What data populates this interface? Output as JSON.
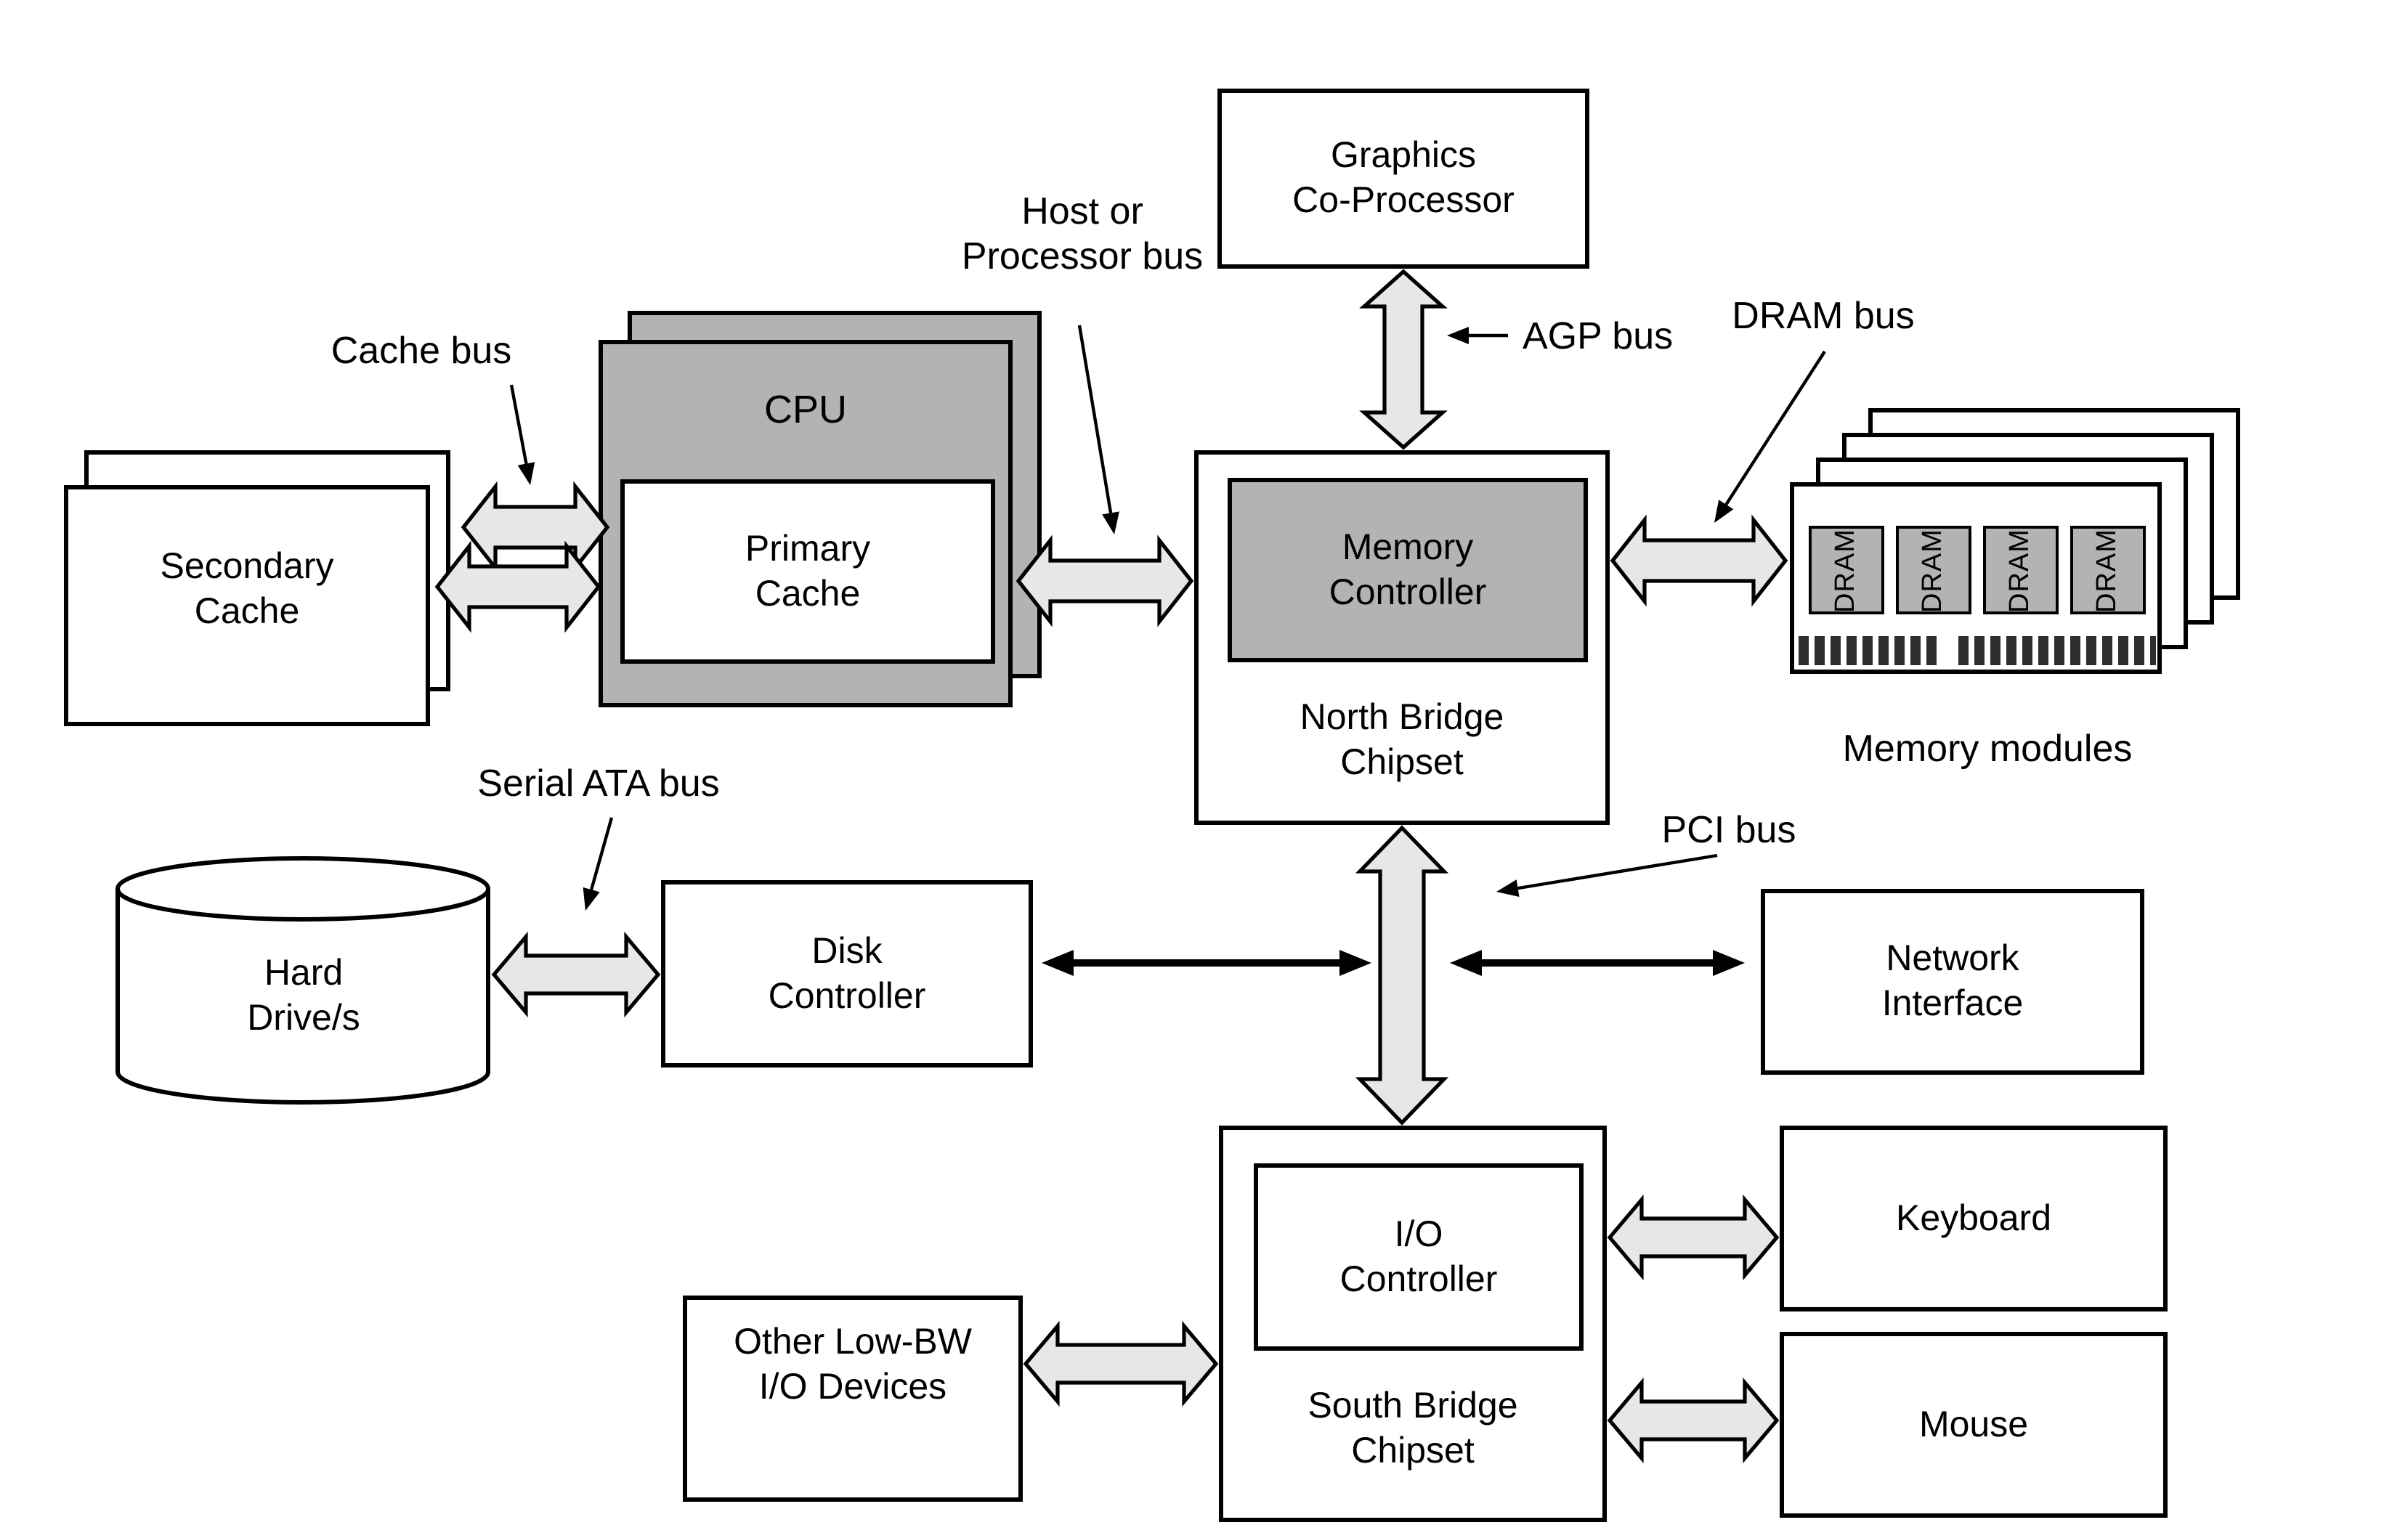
{
  "nodes": {
    "graphics_coprocessor": {
      "line1": "Graphics",
      "line2": "Co-Processor"
    },
    "cpu": {
      "label": "CPU"
    },
    "primary_cache": {
      "line1": "Primary",
      "line2": "Cache"
    },
    "secondary_cache": {
      "line1": "Secondary",
      "line2": "Cache"
    },
    "north_bridge": {
      "controller_line1": "Memory",
      "controller_line2": "Controller",
      "line1": "North Bridge",
      "line2": "Chipset"
    },
    "memory_modules": {
      "chip_label": "DRAM",
      "caption": "Memory modules"
    },
    "hard_drive": {
      "line1": "Hard",
      "line2": "Drive/s"
    },
    "disk_controller": {
      "line1": "Disk",
      "line2": "Controller"
    },
    "network_interface": {
      "line1": "Network",
      "line2": "Interface"
    },
    "south_bridge": {
      "controller_line1": "I/O",
      "controller_line2": "Controller",
      "line1": "South Bridge",
      "line2": "Chipset"
    },
    "other_io": {
      "line1": "Other Low-BW",
      "line2": "I/O Devices"
    },
    "keyboard": {
      "label": "Keyboard"
    },
    "mouse": {
      "label": "Mouse"
    }
  },
  "bus_labels": {
    "cache": "Cache bus",
    "host_line1": "Host or",
    "host_line2": "Processor bus",
    "agp": "AGP bus",
    "dram": "DRAM bus",
    "sata": "Serial ATA bus",
    "pci": "PCI bus"
  },
  "colors": {
    "background": "#ffffff",
    "box_fill": "#ffffff",
    "chip_gray": "#b3b3b3",
    "block_arrow_fill": "#e7e7e7",
    "outline": "#000000",
    "pin_color": "#2e2e2e"
  }
}
